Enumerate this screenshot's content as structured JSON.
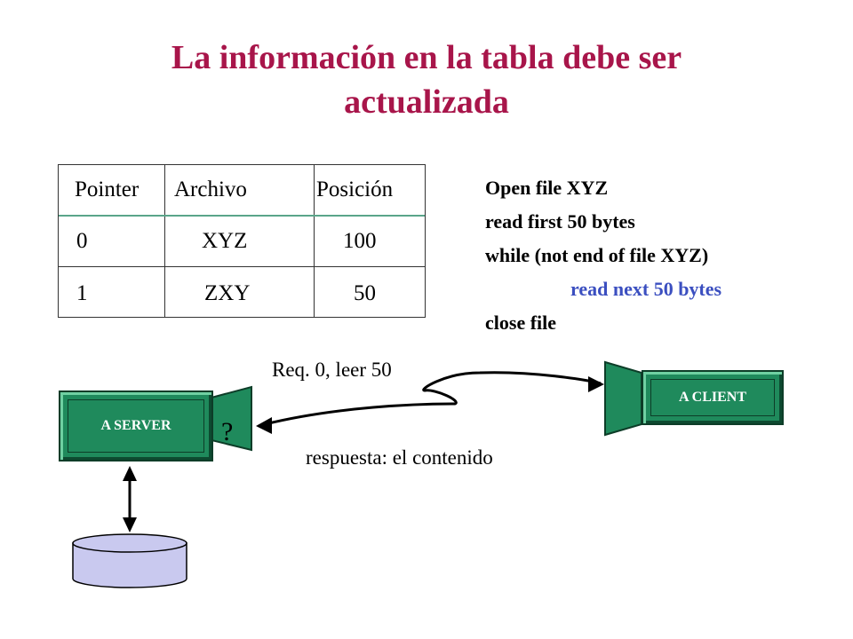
{
  "title": {
    "line1": "La información  en la tabla debe ser",
    "line2": "actualizada"
  },
  "table": {
    "headers": [
      "Pointer",
      "Archivo",
      "Posición"
    ],
    "rows": [
      [
        "0",
        "XYZ",
        "100"
      ],
      [
        "1",
        "ZXY",
        "50"
      ]
    ]
  },
  "code": {
    "lines": [
      "Open file XYZ",
      "read first 50 bytes",
      "while (not end of file XYZ)",
      "read next 50 bytes",
      "close file"
    ],
    "highlight_color": "#3b4fc0"
  },
  "request_label": "Req. 0, leer 50",
  "response_label": "respuesta:  el contenido",
  "server": {
    "label": "A SERVER",
    "port_label": "?"
  },
  "client": {
    "label": "A CLIENT"
  },
  "colors": {
    "title": "#a8154a",
    "box": "#1f8a5c",
    "database": "#c9c9ef"
  }
}
